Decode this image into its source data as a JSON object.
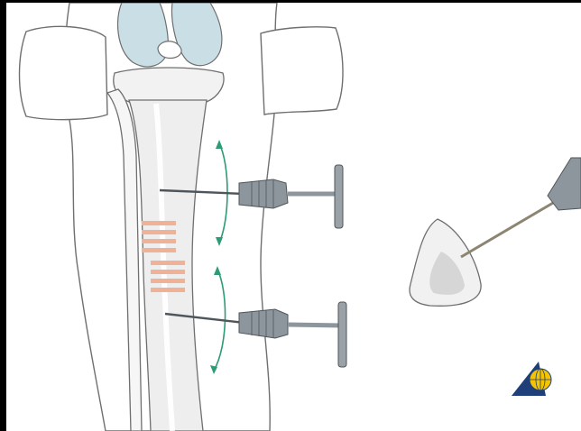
{
  "illustration": {
    "subject": "tibia-bone-marrow-aspiration",
    "colors": {
      "background": "#ffffff",
      "outline": "#6f6f6f",
      "bone": "#f2f2f2",
      "bone_shade": "#e3e3e3",
      "cartilage": "#c9dfe5",
      "incision_marks": "#f0b296",
      "rotation_arrow": "#2d9a78",
      "needle_metal": "#8d969c",
      "needle_dark": "#4f565b",
      "graft_fill": "#f1f1f1",
      "graft_core": "#d6d6d6",
      "logo_blue": "#1e3f7a",
      "logo_yellow": "#f4c400"
    },
    "icons": [
      "rotation-arrow-icon",
      "trocar-needle-icon",
      "ao-foundation-logo-icon"
    ],
    "needle_count": 2,
    "incision_mark_count": 8
  }
}
